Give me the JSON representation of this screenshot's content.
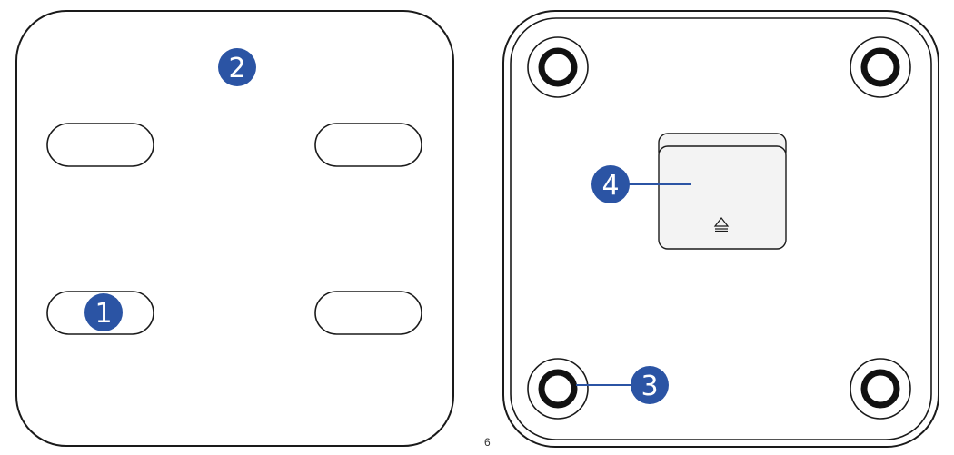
{
  "colors": {
    "outline": "#1a1a1a",
    "callout_fill": "#2b54a4",
    "callout_text": "#ffffff",
    "callout_line": "#2b54a4",
    "battery_cover_fill": "#f3f3f3"
  },
  "front_view": {
    "electrode_pads": 4
  },
  "back_view": {
    "feet": 4,
    "battery_cover_icon": "eject-icon",
    "battery_cover_symbol": "⏏"
  },
  "callouts": [
    {
      "label": "1"
    },
    {
      "label": "2"
    },
    {
      "label": "3"
    },
    {
      "label": "4"
    }
  ],
  "page_mark": "6"
}
